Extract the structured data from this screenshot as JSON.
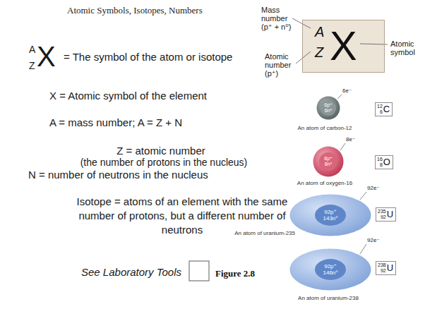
{
  "diagram": {
    "title": "Atomic Symbols, Isotopes, Numbers",
    "caption": "Figure 2.8",
    "nodes": [
      {
        "text": [
          "A",
          "Z",
          "X"
        ]
      },
      {
        "text": [
          "6p⁺",
          "6n⁰"
        ]
      },
      {
        "text": [
          "12",
          "6",
          "C"
        ]
      },
      {
        "text": [
          "8p⁺",
          "8n⁰"
        ]
      },
      {
        "text": [
          "16",
          "8",
          "O"
        ]
      },
      {
        "text": [
          "92p⁺",
          "143n⁰"
        ]
      },
      {
        "text": [
          "235",
          "92",
          "U"
        ]
      },
      {
        "text": [
          "92p⁺",
          "146n⁰"
        ]
      },
      {
        "text": [
          "238",
          "92",
          "U"
        ]
      }
    ],
    "edges": [],
    "labels": [
      "Mass number (p⁺ + n⁰)",
      "Atomic number (p⁺)",
      "Atomic symbol",
      "A",
      "Z",
      "X",
      "= The symbol of the atom or isotope",
      "X = Atomic symbol of the element",
      "A = mass number; A = Z + N",
      "Z = atomic number",
      "(the number of protons in the nucleus)",
      "N = number of neutrons in the nucleus",
      "Isotope = atoms of an element with the same number of protons, but a different number of neutrons",
      "See Laboratory Tools",
      "6e⁻",
      "An atom of carbon-12",
      "8e⁻",
      "An atom of oxygen-16",
      "92e⁻",
      "An atom of uranium-235",
      "92e⁻",
      "An atom of uranium-238"
    ]
  }
}
